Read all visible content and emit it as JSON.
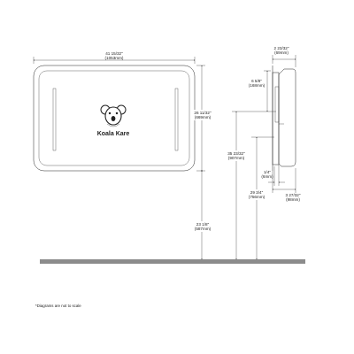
{
  "diagram": {
    "width_dim": {
      "imperial": "41 15/32\"",
      "metric": "(1053mm)"
    },
    "height_dim": {
      "imperial": "26 11/32\"",
      "metric": "(669mm)"
    },
    "floor_to_bottom": {
      "imperial": "23 1/8\"",
      "metric": "(587mm)"
    },
    "depth_top": {
      "imperial": "2 23/32\"",
      "metric": "(69mm)"
    },
    "side_top_offset": {
      "imperial": "6 5/8\"",
      "metric": "(168mm)"
    },
    "floor_to_strap": {
      "imperial": "35 23/32\"",
      "metric": "(907mm)"
    },
    "floor_to_bed": {
      "imperial": "29 3/4\"",
      "metric": "(756mm)"
    },
    "bed_thickness": {
      "imperial": "1/4\"",
      "metric": "(6mm)"
    },
    "depth_bottom": {
      "imperial": "3 27/32\"",
      "metric": "(98mm)"
    },
    "logo": "Koala Kare",
    "footnote": "*Diagrams are not to scale"
  }
}
